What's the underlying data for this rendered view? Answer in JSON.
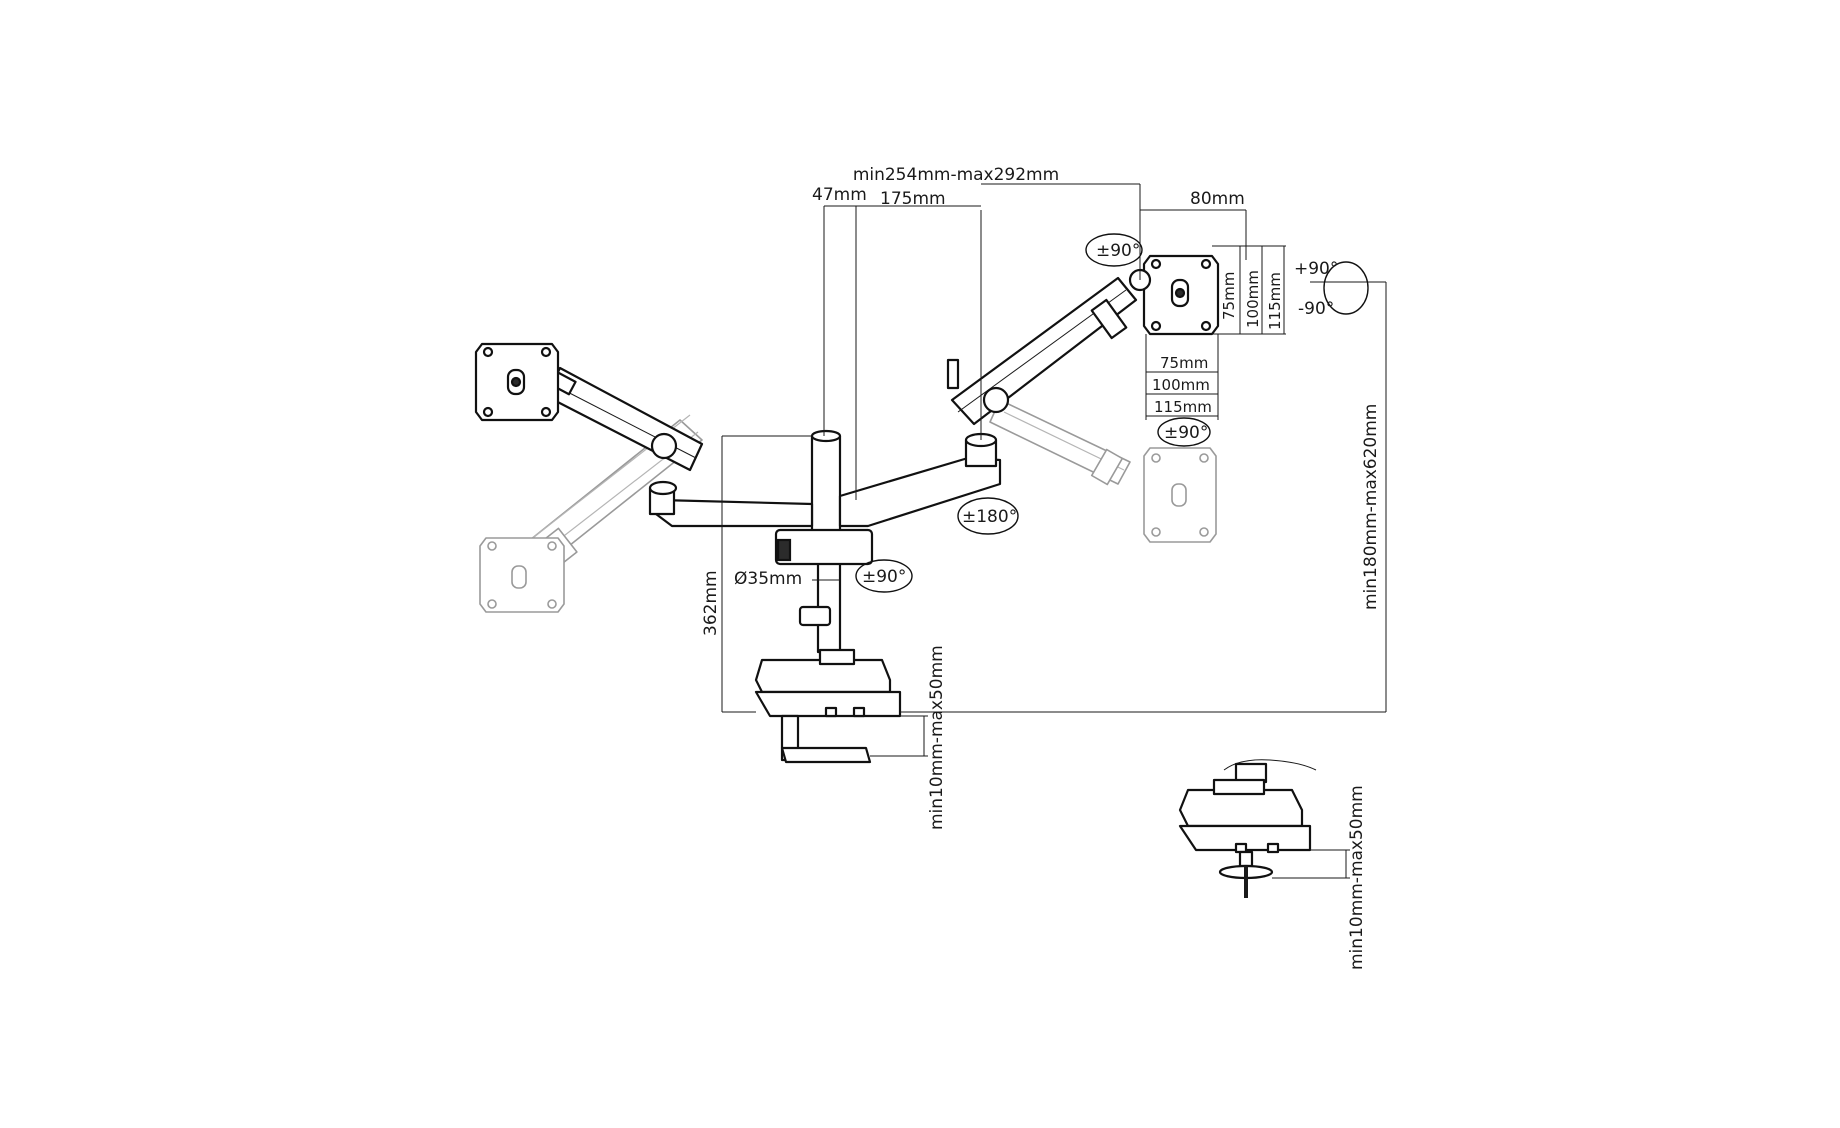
{
  "diagram": {
    "dimensions": {
      "post_offset": "47mm",
      "arm_offset": "175mm",
      "arm_length": "min254mm-max292mm",
      "vesa_offset": "80mm",
      "pole_height": "362mm",
      "pole_diameter": "Ø35mm",
      "height_range": "min180mm-max620mm",
      "clamp_thickness": "min10mm-max50mm",
      "grommet_thickness": "min10mm-max50mm",
      "vesa_h_75": "75mm",
      "vesa_h_100": "100mm",
      "vesa_h_115": "115mm",
      "vesa_v_75": "75mm",
      "vesa_v_100": "100mm",
      "vesa_v_115": "115mm"
    },
    "rotations": {
      "swivel_head": "±90°",
      "tilt_up": "+90°",
      "tilt_down": "-90°",
      "rotate_vesa": "±90°",
      "arm_rotation": "±180°",
      "base_rotation": "±90°"
    },
    "colors": {
      "line": "#1a1a1a",
      "ghost": "#9a9a9a",
      "background": "#ffffff"
    }
  }
}
